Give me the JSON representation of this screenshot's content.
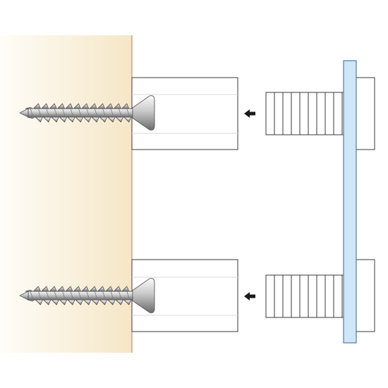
{
  "diagram": {
    "type": "mounting-assembly",
    "colors": {
      "wall_light": "#fffdf8",
      "wall_dark": "#f5e6c7",
      "wall_edge": "#9d8a63",
      "line": "#3a3a3a",
      "hidden_line": "#d8d8d8",
      "glass_fill": "#cfe6f6",
      "glass_edge": "#4a7ea6",
      "screw_light": "#fafafa",
      "screw_mid": "#c9c9c9",
      "screw_dark": "#6b6b6b",
      "arrow": "#1a1a1a"
    },
    "parts": [
      {
        "name": "wall",
        "icon": "wall-surface"
      },
      {
        "name": "standoff-base",
        "icon": "cylinder-base",
        "count": 2
      },
      {
        "name": "wood-screw",
        "icon": "countersunk-screw-icon",
        "count": 2
      },
      {
        "name": "threaded-cap",
        "icon": "threaded-barrel",
        "count": 2
      },
      {
        "name": "glass-panel",
        "icon": "glass-panel"
      },
      {
        "name": "direction-arrow",
        "icon": "arrow-left-icon",
        "count": 2
      }
    ]
  }
}
